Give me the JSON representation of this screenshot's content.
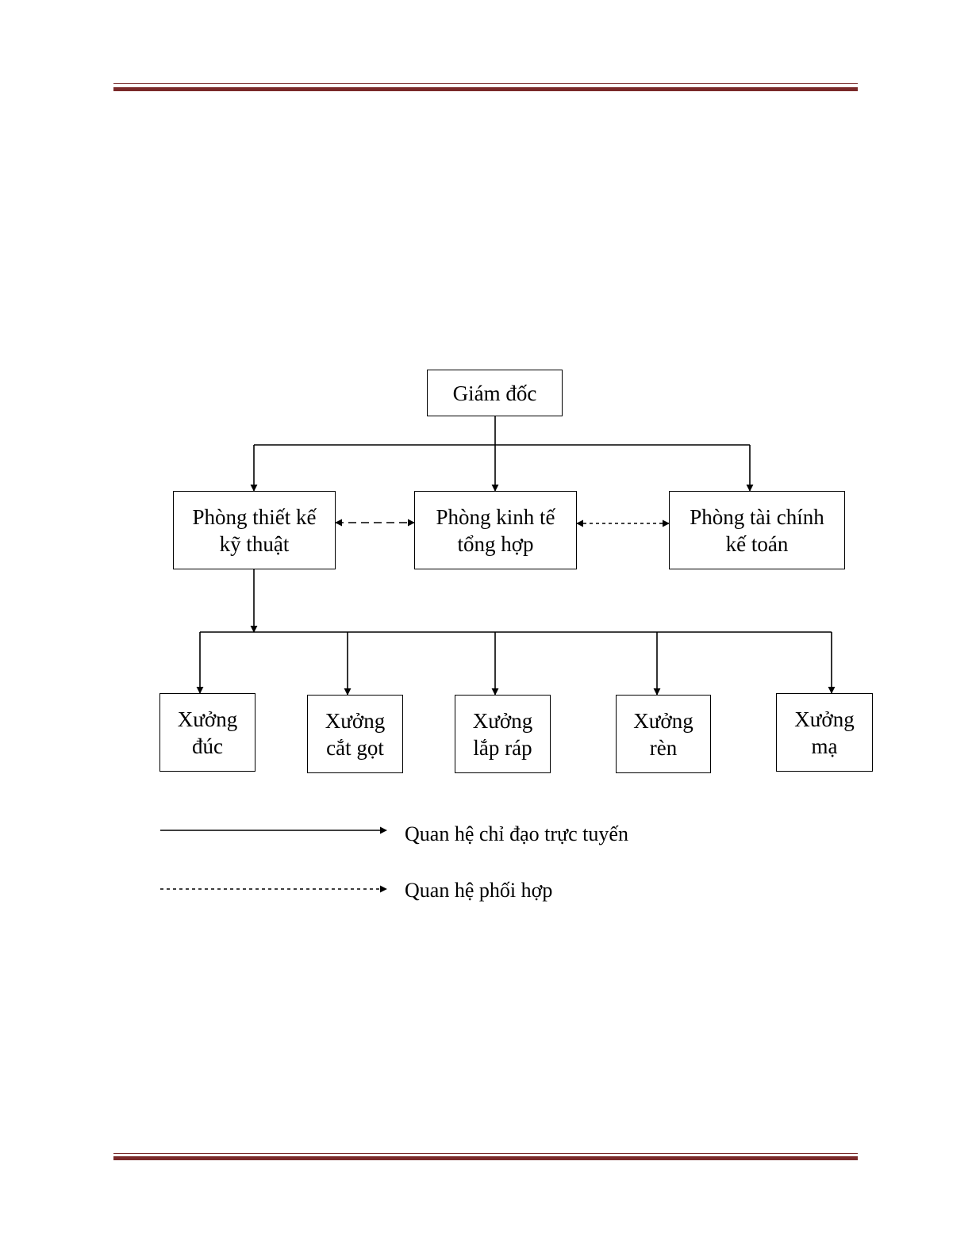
{
  "colors": {
    "rule": "#7a2a2a",
    "line": "#000000"
  },
  "diagram": {
    "director": {
      "label": "Giám đốc"
    },
    "departments": [
      {
        "line1": "Phòng thiết kế",
        "line2": "kỹ thuật"
      },
      {
        "line1": "Phòng kinh tế",
        "line2": "tổng hợp"
      },
      {
        "line1": "Phòng tài chính",
        "line2": "kế toán"
      }
    ],
    "workshops": [
      {
        "line1": "Xưởng",
        "line2": "đúc"
      },
      {
        "line1": "Xưởng",
        "line2": "cắt gọt"
      },
      {
        "line1": "Xưởng",
        "line2": "lắp ráp"
      },
      {
        "line1": "Xưởng",
        "line2": "rèn"
      },
      {
        "line1": "Xưởng",
        "line2": "mạ"
      }
    ]
  },
  "legend": {
    "solid_label": "Quan hệ chỉ đạo trực tuyến",
    "dashed_label": "Quan hệ phối hợp"
  }
}
